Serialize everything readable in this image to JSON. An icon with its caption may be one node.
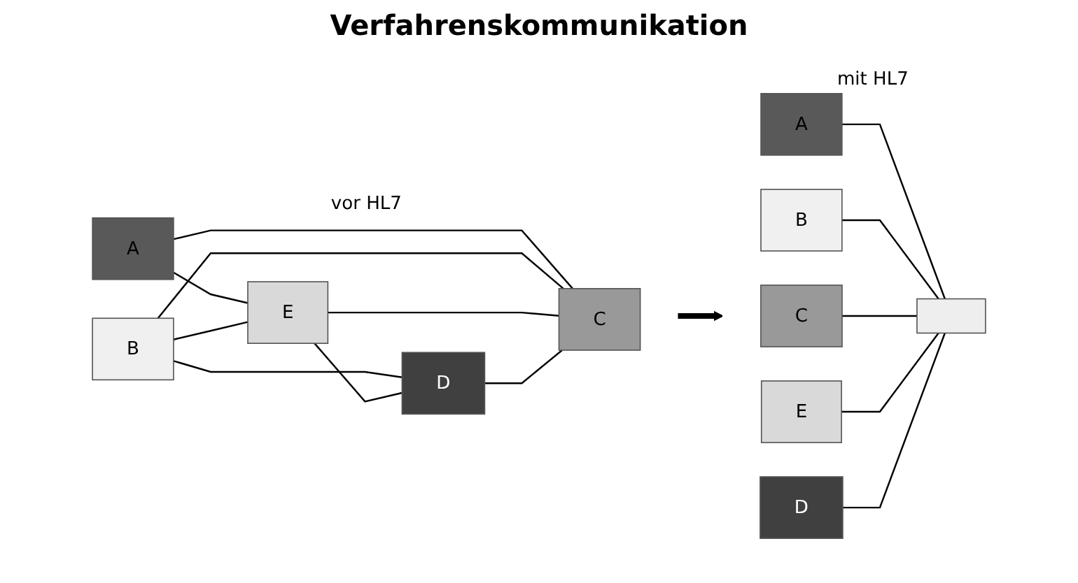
{
  "diagram": {
    "title": "Verfahrenskommunikation",
    "nodes": [
      {
        "text": [
          "vor HL7"
        ]
      },
      {
        "text": [
          "A"
        ],
        "in": 0
      },
      {
        "text": [
          "B"
        ],
        "in": 0
      },
      {
        "text": [
          "C"
        ],
        "in": 0
      },
      {
        "text": [
          "D"
        ],
        "in": 0
      },
      {
        "text": [
          "E"
        ],
        "in": 0
      },
      {
        "text": [
          "mit HL7"
        ]
      },
      {
        "text": [
          "A"
        ],
        "in": 6
      },
      {
        "text": [
          "B"
        ],
        "in": 6
      },
      {
        "text": [],
        "shape": "box",
        "in": 6
      },
      {
        "text": [
          "C"
        ],
        "in": 6
      },
      {
        "text": [
          "E"
        ],
        "in": 6
      },
      {
        "text": [
          "D"
        ],
        "in": 6
      }
    ],
    "edges": [
      {
        "from": 1,
        "to": 5,
        "arrow": "none"
      },
      {
        "from": 1,
        "to": 3,
        "arrow": "none"
      },
      {
        "from": 2,
        "to": 5,
        "arrow": "none"
      },
      {
        "from": 2,
        "to": 4,
        "arrow": "none"
      },
      {
        "from": 2,
        "to": 3,
        "arrow": "none"
      },
      {
        "from": 5,
        "to": 3,
        "arrow": "none"
      },
      {
        "from": 5,
        "to": 4,
        "arrow": "none"
      },
      {
        "from": 4,
        "to": 3,
        "arrow": "none"
      },
      {
        "from": 0,
        "to": 6,
        "arrow": "to",
        "style": "thick"
      },
      {
        "from": 7,
        "to": 9,
        "arrow": "none"
      },
      {
        "from": 8,
        "to": 9,
        "arrow": "none"
      },
      {
        "from": 10,
        "to": 9,
        "arrow": "none"
      },
      {
        "from": 11,
        "to": 9,
        "arrow": "none"
      },
      {
        "from": 12,
        "to": 9,
        "arrow": "none"
      }
    ]
  }
}
